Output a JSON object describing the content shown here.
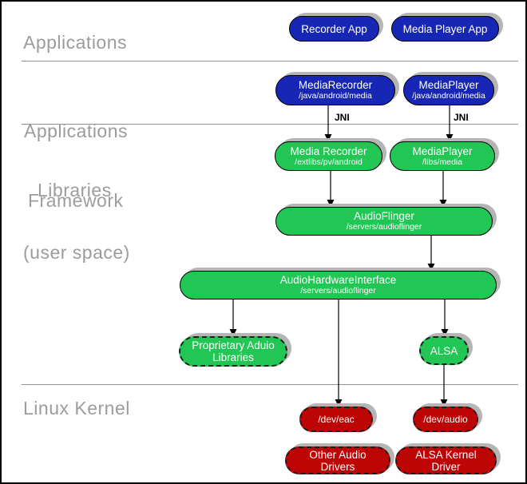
{
  "sections": {
    "applications": "Applications",
    "framework_line1": "Applications",
    "framework_line2": "Framework",
    "libraries_line1": "Libraries",
    "libraries_line2": "(user space)",
    "kernel": "Linux Kernel"
  },
  "jni": [
    "JNI",
    "JNI"
  ],
  "colors": {
    "app_blue": "#1726b5",
    "lib_green": "#21c655",
    "kernel_red": "#bd0506",
    "shadow_gray": "#b5b5b5",
    "section_label_gray": "#9c9c9c",
    "divider_gray": "#8f8f8f"
  },
  "nodes": {
    "recorder_app": {
      "label": "Recorder App"
    },
    "media_player_app": {
      "label": "Media Player App"
    },
    "media_recorder_fw": {
      "label": "MediaRecorder",
      "sublabel": "/java/android/media"
    },
    "media_player_fw": {
      "label": "MediaPlayer",
      "sublabel": "/java/android/media"
    },
    "media_recorder_lib": {
      "label": "Media Recorder",
      "sublabel": "/extlibs/pv/android"
    },
    "media_player_lib": {
      "label": "MediaPlayer",
      "sublabel": "/libs/media"
    },
    "audioflinger": {
      "label": "AudioFlinger",
      "sublabel": "/servers/audioflinger"
    },
    "audio_hw_interface": {
      "label": "AudioHardwareInterface",
      "sublabel": "/servers/audioflinger"
    },
    "proprietary_audio": {
      "label": "Proprietary Aduio Libraries"
    },
    "alsa": {
      "label": "ALSA"
    },
    "dev_eac": {
      "label": "/dev/eac"
    },
    "dev_audio": {
      "label": "/dev/audio"
    },
    "other_audio_drivers": {
      "label": "Other Audio Drivers"
    },
    "alsa_kernel_driver": {
      "label": "ALSA Kernel Driver"
    }
  }
}
